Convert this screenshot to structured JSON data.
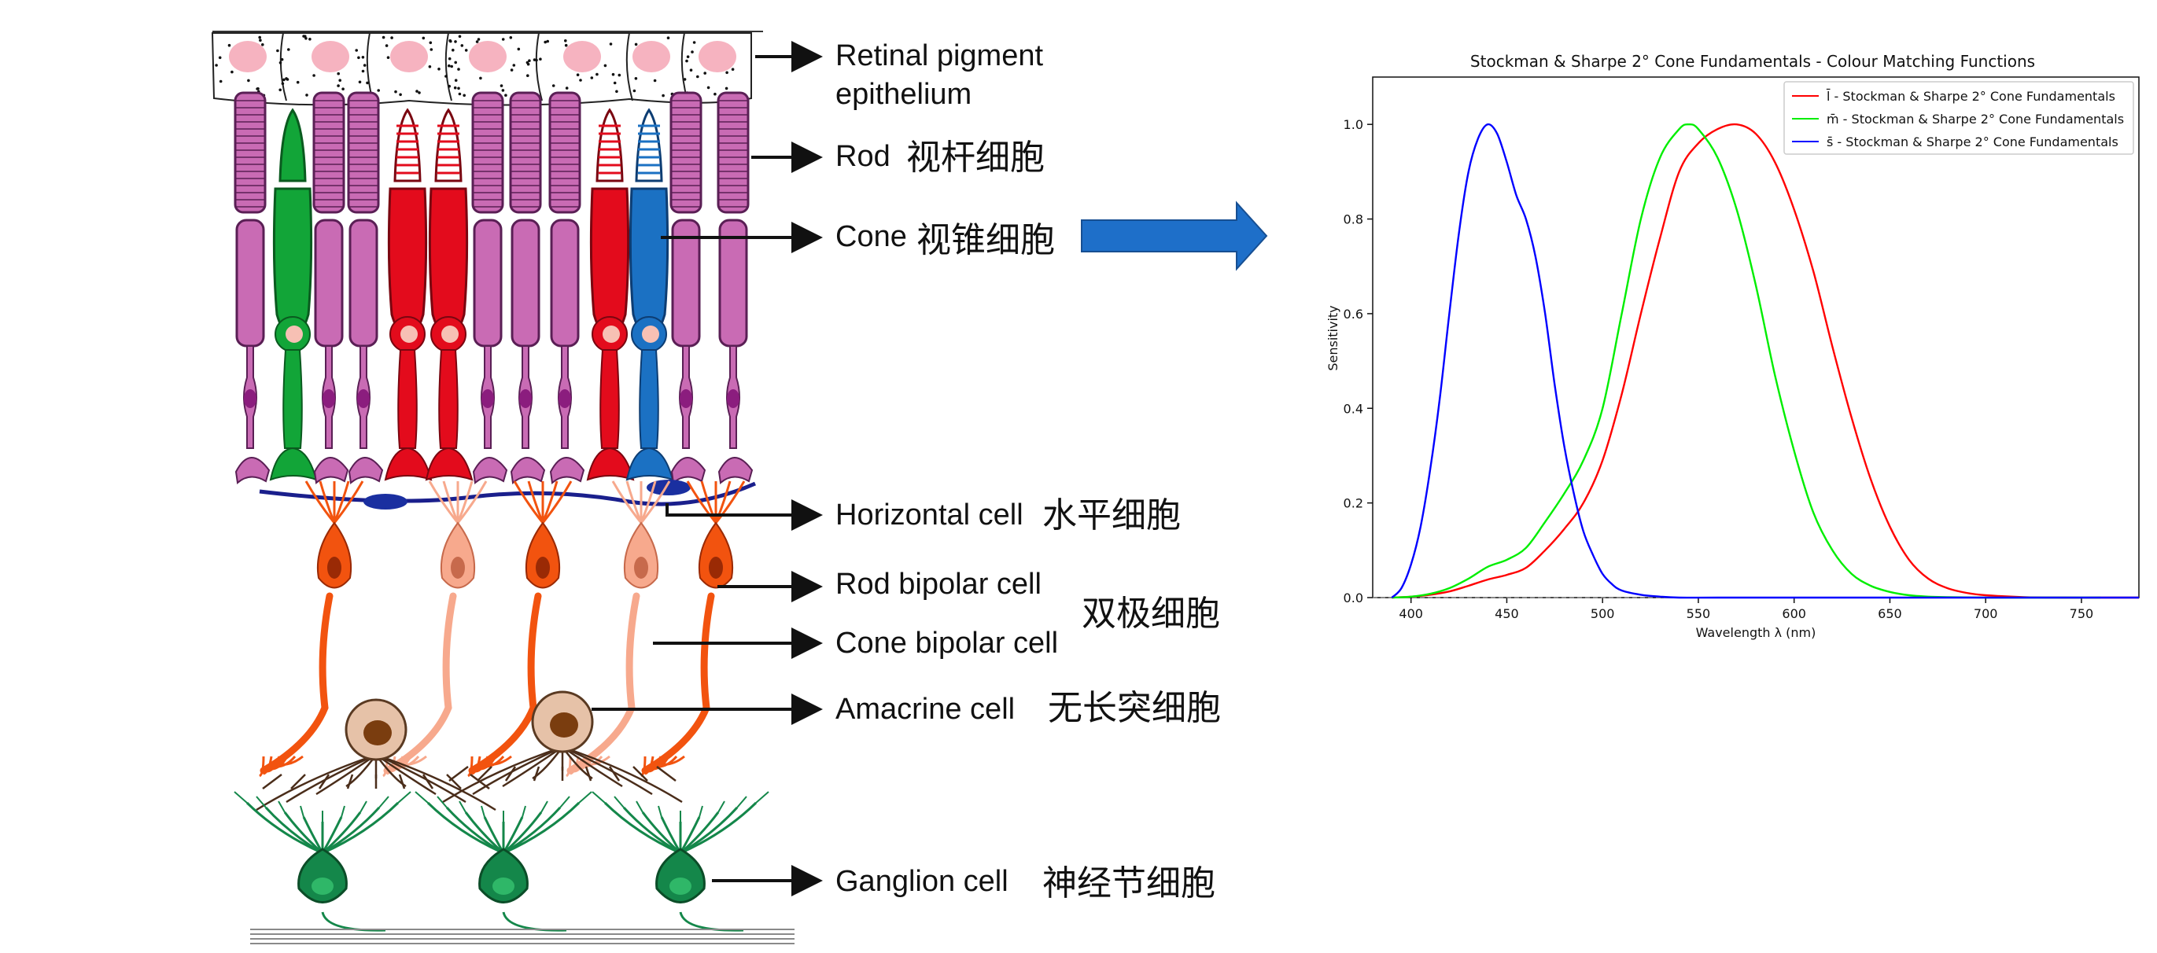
{
  "diagram": {
    "labels": [
      {
        "id": "rpe",
        "en_lines": [
          "Retinal pigment",
          "epithelium"
        ],
        "cn": ""
      },
      {
        "id": "rod",
        "en_lines": [
          "Rod"
        ],
        "cn": "视杆细胞"
      },
      {
        "id": "cone",
        "en_lines": [
          "Cone"
        ],
        "cn": "视锥细胞"
      },
      {
        "id": "horizontal",
        "en_lines": [
          "Horizontal cell"
        ],
        "cn": "水平细胞"
      },
      {
        "id": "rod_bipolar",
        "en_lines": [
          "Rod bipolar cell"
        ],
        "cn": ""
      },
      {
        "id": "cone_bipolar",
        "en_lines": [
          "Cone bipolar cell"
        ],
        "cn": ""
      },
      {
        "id": "amacrine",
        "en_lines": [
          "Amacrine cell"
        ],
        "cn": "无长突细胞"
      },
      {
        "id": "ganglion",
        "en_lines": [
          "Ganglion cell"
        ],
        "cn": "神经节细胞"
      }
    ],
    "bipolar_group_cn": "双极细胞",
    "colors": {
      "rod": "#c96bb4",
      "cone_green": "#12a538",
      "cone_red": "#e30b1c",
      "cone_blue": "#1b71c3",
      "bipolar_dark": "#f2530f",
      "bipolar_light": "#f7a98d",
      "ganglion": "#14874a",
      "amacrine": "#e6c2a8",
      "big_arrow": "#1e6fc9"
    }
  },
  "chart_data": {
    "type": "line",
    "title": "Stockman & Sharpe 2° Cone Fundamentals - Colour Matching Functions",
    "xlabel": "Wavelength λ (nm)",
    "ylabel": "Sensitivity",
    "xlim": [
      380,
      780
    ],
    "ylim": [
      0,
      1.1
    ],
    "xticks": [
      400,
      450,
      500,
      550,
      600,
      650,
      700,
      750
    ],
    "yticks": [
      0.0,
      0.2,
      0.4,
      0.6,
      0.8,
      1.0
    ],
    "legend_position": "top-right",
    "series": [
      {
        "name": "l̄ - Stockman & Sharpe 2° Cone Fundamentals",
        "color": "#ff0000",
        "x": [
          390,
          400,
          410,
          420,
          430,
          440,
          450,
          460,
          470,
          480,
          490,
          500,
          510,
          520,
          530,
          540,
          550,
          560,
          570,
          580,
          590,
          600,
          610,
          620,
          630,
          640,
          650,
          660,
          670,
          680,
          690,
          700,
          720,
          740,
          760,
          780
        ],
        "y": [
          0.0,
          0.002,
          0.006,
          0.013,
          0.025,
          0.038,
          0.048,
          0.063,
          0.1,
          0.145,
          0.2,
          0.29,
          0.43,
          0.6,
          0.76,
          0.9,
          0.96,
          0.99,
          1.0,
          0.98,
          0.92,
          0.82,
          0.69,
          0.53,
          0.38,
          0.25,
          0.15,
          0.08,
          0.04,
          0.02,
          0.01,
          0.005,
          0.001,
          0.0,
          0.0,
          0.0
        ]
      },
      {
        "name": "m̄ - Stockman & Sharpe 2° Cone Fundamentals",
        "color": "#00ee00",
        "x": [
          390,
          400,
          410,
          420,
          430,
          440,
          450,
          460,
          470,
          480,
          490,
          500,
          510,
          520,
          530,
          540,
          545,
          550,
          560,
          570,
          580,
          590,
          600,
          610,
          620,
          630,
          640,
          650,
          660,
          670,
          680,
          700,
          720,
          760
        ],
        "y": [
          0.0,
          0.002,
          0.008,
          0.02,
          0.04,
          0.065,
          0.08,
          0.105,
          0.16,
          0.22,
          0.29,
          0.4,
          0.6,
          0.8,
          0.93,
          0.99,
          1.0,
          0.99,
          0.93,
          0.82,
          0.66,
          0.47,
          0.31,
          0.18,
          0.1,
          0.05,
          0.025,
          0.012,
          0.005,
          0.002,
          0.001,
          0.0,
          0.0,
          0.0
        ]
      },
      {
        "name": "s̄ - Stockman & Sharpe 2° Cone Fundamentals",
        "color": "#0000ff",
        "x": [
          390,
          395,
          400,
          405,
          410,
          415,
          420,
          425,
          430,
          435,
          440,
          445,
          450,
          455,
          460,
          465,
          470,
          475,
          480,
          485,
          490,
          495,
          500,
          505,
          510,
          520,
          530,
          540,
          560,
          600,
          700,
          780
        ],
        "y": [
          0.0,
          0.02,
          0.07,
          0.15,
          0.27,
          0.42,
          0.6,
          0.77,
          0.9,
          0.97,
          1.0,
          0.98,
          0.92,
          0.85,
          0.8,
          0.72,
          0.6,
          0.45,
          0.32,
          0.22,
          0.14,
          0.09,
          0.05,
          0.028,
          0.015,
          0.006,
          0.002,
          0.0,
          0.0,
          0.0,
          0.0,
          0.0
        ]
      }
    ]
  }
}
